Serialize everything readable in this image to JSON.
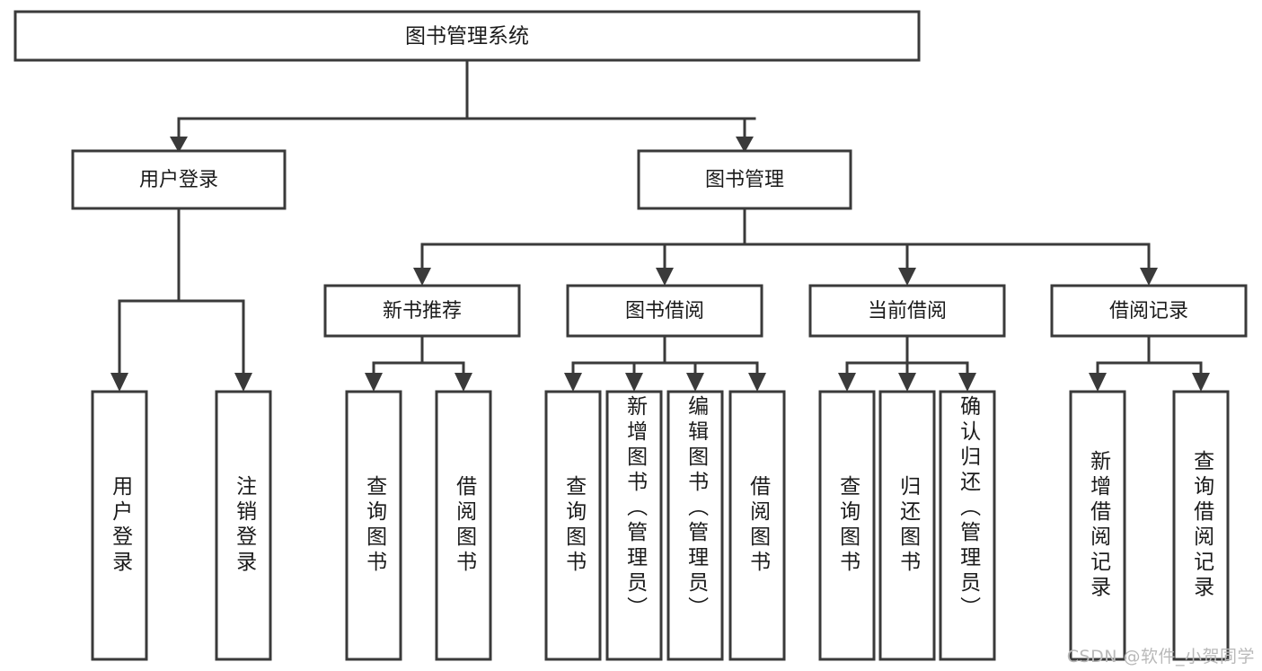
{
  "diagram": {
    "type": "tree-hierarchy-chart",
    "title_text": "图书管理系统",
    "orientation": "top-down",
    "colors": {
      "box_stroke": "#3a3a3a",
      "box_fill": "#ffffff",
      "line": "#3a3a3a",
      "text": "#1b1b1b",
      "background": "#ffffff",
      "watermark": "#b9b9b9"
    },
    "root": {
      "label": "图书管理系统"
    },
    "level2": [
      {
        "label": "用户登录"
      },
      {
        "label": "图书管理"
      }
    ],
    "level3": [
      {
        "label": "新书推荐"
      },
      {
        "label": "图书借阅"
      },
      {
        "label": "当前借阅"
      },
      {
        "label": "借阅记录"
      }
    ],
    "leaves": {
      "user_login": [
        {
          "label": "用户登录"
        },
        {
          "label": "注销登录"
        }
      ],
      "new_book_recommend": [
        {
          "label": "查询图书"
        },
        {
          "label": "借阅图书"
        }
      ],
      "book_borrow": [
        {
          "label": "查询图书"
        },
        {
          "label": "新增图书（管理员）"
        },
        {
          "label": "编辑图书（管理员）"
        },
        {
          "label": "借阅图书"
        }
      ],
      "current_borrow": [
        {
          "label": "查询图书"
        },
        {
          "label": "归还图书"
        },
        {
          "label": "确认归还（管理员）"
        }
      ],
      "borrow_record": [
        {
          "label": "新增借阅记录"
        },
        {
          "label": "查询借阅记录"
        }
      ]
    },
    "watermark": "CSDN @软件_小贺同学"
  }
}
